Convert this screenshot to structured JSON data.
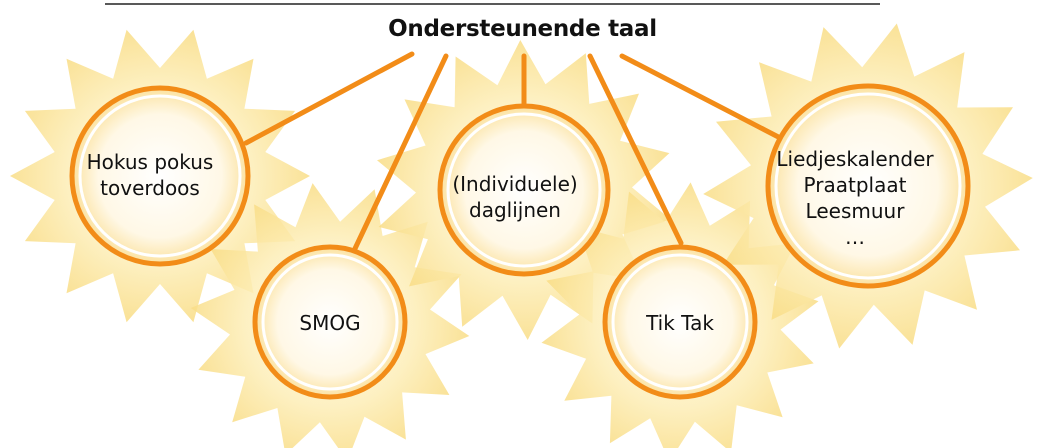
{
  "title": "Ondersteunende taal",
  "nodes": [
    {
      "id": "hokus",
      "lines": [
        "Hokus pokus",
        "toverdoos"
      ]
    },
    {
      "id": "smog",
      "lines": [
        "SMOG"
      ]
    },
    {
      "id": "daglijnen",
      "lines": [
        "(Individuele)",
        "daglijnen"
      ]
    },
    {
      "id": "tiktak",
      "lines": [
        "Tik Tak"
      ]
    },
    {
      "id": "liedjes",
      "lines": [
        "Liedjeskalender",
        "Praatplaat",
        "Leesmuur",
        "…"
      ]
    }
  ],
  "colors": {
    "connector": "#f28c18",
    "ring": "#f28c18",
    "sun": "#fbe6a2",
    "sun_edge": "#f7d982",
    "title_rule": "#222222"
  },
  "icons": [
    "sun-icon"
  ]
}
